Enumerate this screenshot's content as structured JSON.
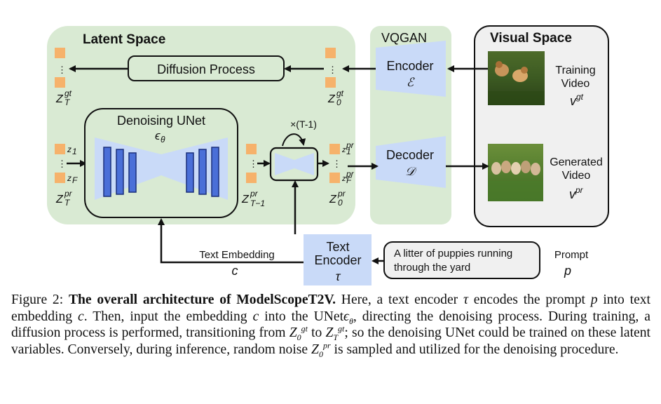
{
  "labels": {
    "latent_space": "Latent Space",
    "vqgan": "VQGAN",
    "visual_space": "Visual Space",
    "diffusion_process": "Diffusion Process",
    "denoising_unet": "Denoising UNet",
    "encoder": "Encoder",
    "decoder": "Decoder",
    "training_video_1": "Training",
    "training_video_2": "Video",
    "generated_video_1": "Generated",
    "generated_video_2": "Video",
    "loop": "×(T-1)",
    "text_embedding": "Text Embedding",
    "text_encoder_1": "Text",
    "text_encoder_2": "Encoder",
    "prompt_text_1": "A litter of puppies running",
    "prompt_text_2": "through the yard",
    "prompt_label": "Prompt",
    "dots": "⋮"
  },
  "symbols": {
    "epsilon_theta": "ϵ",
    "theta_sub": "θ",
    "enc_symbol": "ℰ",
    "dec_symbol": "𝒟",
    "tau": "τ",
    "c": "c",
    "p": "p",
    "v": "v",
    "gt": "gt",
    "pr": "pr",
    "Z": "Z",
    "T": "T",
    "zero": "0",
    "T_minus_1": "T−1",
    "z": "z",
    "one": "1",
    "F": "F"
  },
  "caption": {
    "figure_label": "Figure 2:",
    "bold_title": "The overall architecture of ModelScopeT2V.",
    "text_1": " Here, a text encoder ",
    "text_2": " encodes the prompt ",
    "text_3": " into text embedding ",
    "text_4": ". Then, input the embedding ",
    "text_5": " into the UNet",
    "text_6": ", directing the denoising process. During training, a diffusion process is performed, transitioning from ",
    "text_7": " to ",
    "text_8": "; so the denoising UNet could be trained on these latent variables. Conversely, during inference, random noise ",
    "text_9": " is sampled and utilized for the denoising procedure."
  },
  "colors": {
    "latent_bg": "#d9ead3",
    "visual_bg": "#f0f0f0",
    "encoder_fill": "#c9daf8",
    "unet_bar": "#4a6fd8",
    "latent_square": "#f6b26b"
  }
}
